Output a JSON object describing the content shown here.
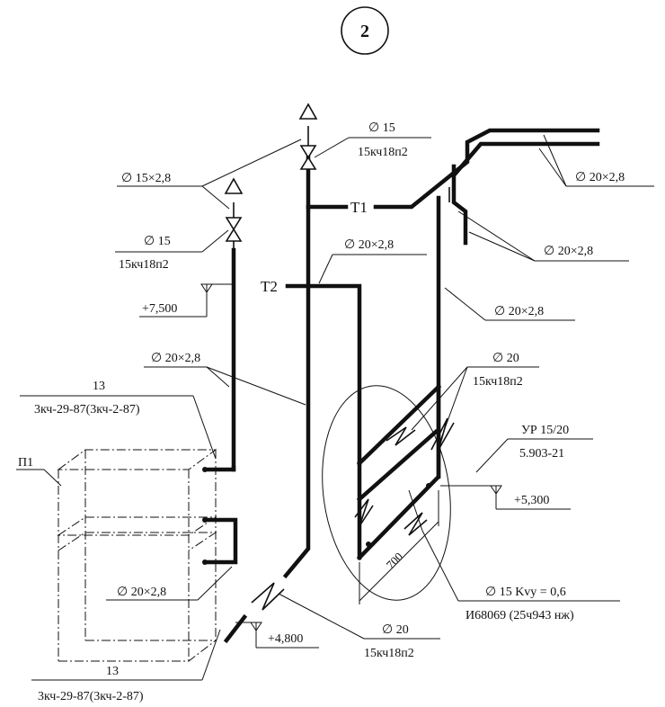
{
  "sheet": {
    "number": "2"
  },
  "labels": {
    "dia_15x28": "∅ 15×2,8",
    "dia_15_a": "∅ 15",
    "valve_a": "15кч18п2",
    "dia_15_b": "∅ 15",
    "valve_b": "15кч18п2",
    "elev_7500": "+7,500",
    "dia_20x28_left": "∅ 20×2,8",
    "num_13_top": "13",
    "code_top": "3кч-29-87(3кч-2-87)",
    "p1": "П1",
    "dia_20x28_loop": "∅ 20×2,8",
    "elev_4800": "+4,800",
    "num_13_bottom": "13",
    "code_bottom": "3кч-29-87(3кч-2-87)",
    "t1": "T1",
    "t2": "T2",
    "dia_20x28_t2": "∅ 20×2,8",
    "dia_20x28_top_right": "∅ 20×2,8",
    "dia_20x28_right_mid": "∅ 20×2,8",
    "dia_20x28_right_low": "∅ 20×2,8",
    "dia_20_upper": "∅ 20",
    "valve_upper": "15кч18п2",
    "reg_name": "УР 15/20",
    "reg_code": "5.903-21",
    "elev_5300": "+5,300",
    "dim_700": "700",
    "dia_15_kvy": "∅ 15 Kvy = 0,6",
    "valve_kvy_code": "И68069 (25ч943 нж)",
    "dia_20_lower": "∅ 20",
    "valve_lower": "15кч18п2"
  },
  "icons": {
    "valve": "gate-valve-icon",
    "air_vent": "air-vent-arrow-icon",
    "elevation": "elevation-mark-icon"
  },
  "colors": {
    "ink": "#111111",
    "paper": "#ffffff"
  }
}
